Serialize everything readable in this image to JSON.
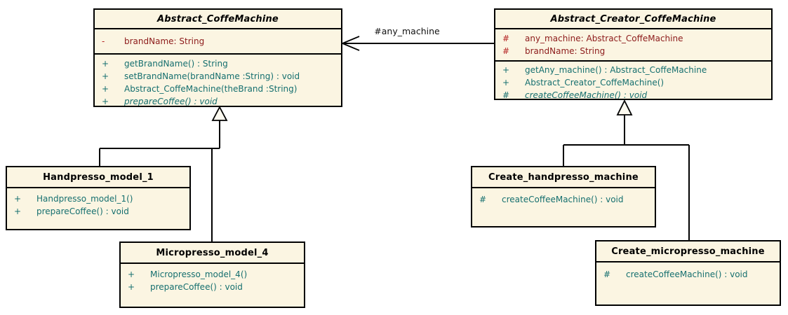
{
  "diagram": {
    "type": "uml-class-diagram",
    "association_label": "#any_machine",
    "colors": {
      "class_fill": "#FBF5E2",
      "border": "#000000",
      "title_text": "#000000",
      "attribute_text": "#8C1A1A",
      "attribute_marker": "#B42222",
      "method_text": "#156F6F"
    },
    "classes": [
      {
        "name": "Abstract_CoffeMachine",
        "stereotype": "abstract",
        "attributes": [
          {
            "vis": "-",
            "text": "brandName: String"
          }
        ],
        "methods": [
          {
            "vis": "+",
            "text": "getBrandName() : String"
          },
          {
            "vis": "+",
            "text": "setBrandName(brandName :String) : void"
          },
          {
            "vis": "+",
            "text": "Abstract_CoffeMachine(theBrand :String)"
          },
          {
            "vis": "+",
            "text": "prepareCoffee() : void",
            "abstract": true
          }
        ]
      },
      {
        "name": "Abstract_Creator_CoffeMachine",
        "stereotype": "abstract",
        "attributes": [
          {
            "vis": "#",
            "text": "any_machine: Abstract_CoffeMachine"
          },
          {
            "vis": "#",
            "text": "brandName: String"
          }
        ],
        "methods": [
          {
            "vis": "+",
            "text": "getAny_machine() : Abstract_CoffeMachine"
          },
          {
            "vis": "+",
            "text": "Abstract_Creator_CoffeMachine()"
          },
          {
            "vis": "#",
            "text": "createCoffeeMachine() : void",
            "abstract": true
          }
        ]
      },
      {
        "name": "Handpresso_model_1",
        "stereotype": "concrete",
        "attributes": [],
        "methods": [
          {
            "vis": "+",
            "text": "Handpresso_model_1()"
          },
          {
            "vis": "+",
            "text": "prepareCoffee() : void"
          }
        ]
      },
      {
        "name": "Micropresso_model_4",
        "stereotype": "concrete",
        "attributes": [],
        "methods": [
          {
            "vis": "+",
            "text": "Micropresso_model_4()"
          },
          {
            "vis": "+",
            "text": "prepareCoffee() : void"
          }
        ]
      },
      {
        "name": "Create_handpresso_machine",
        "stereotype": "concrete",
        "attributes": [],
        "methods": [
          {
            "vis": "#",
            "text": "createCoffeeMachine() : void"
          }
        ]
      },
      {
        "name": "Create_micropresso_machine",
        "stereotype": "concrete",
        "attributes": [],
        "methods": [
          {
            "vis": "#",
            "text": "createCoffeeMachine() : void"
          }
        ]
      }
    ]
  }
}
